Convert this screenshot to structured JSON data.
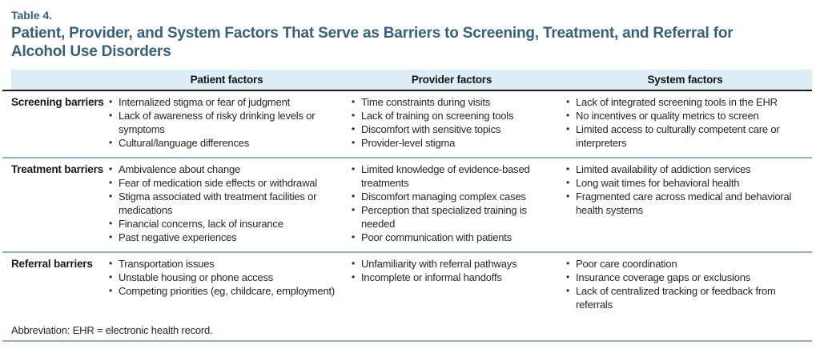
{
  "page": {
    "table_label": "Table 4.",
    "title_lines": [
      "Patient, Provider, and System Factors That Serve as Barriers to Screening, Treatment, and Referral for",
      "Alcohol Use Disorders"
    ],
    "footnote": "Abbreviation: EHR = electronic health record."
  },
  "colors": {
    "title_text": "#36617e",
    "header_bg": "#dcedf5",
    "rule_dark": "#1d1d1b",
    "rule_blue": "#94afc1"
  },
  "table": {
    "columns": [
      "",
      "Patient factors",
      "Provider factors",
      "System factors"
    ],
    "rows": [
      {
        "label": "Screening barriers",
        "patient": [
          "Internalized stigma or fear of judgment",
          "Lack of awareness of risky drinking levels or symptoms",
          "Cultural/language differences"
        ],
        "provider": [
          "Time constraints during visits",
          "Lack of training on screening tools",
          "Discomfort with sensitive topics",
          "Provider-level stigma"
        ],
        "system": [
          "Lack of integrated screening tools in the EHR",
          "No incentives or quality metrics to screen",
          "Limited access to culturally competent care or interpreters"
        ]
      },
      {
        "label": "Treatment barriers",
        "patient": [
          "Ambivalence about change",
          "Fear of medication side effects or withdrawal",
          "Stigma associated with treatment facilities or medications",
          "Financial concerns, lack of insurance",
          "Past negative experiences"
        ],
        "provider": [
          "Limited knowledge of evidence-based treatments",
          "Discomfort managing complex cases",
          "Perception that specialized training is needed",
          "Poor communication with patients"
        ],
        "system": [
          "Limited availability of addiction services",
          "Long wait times for behavioral health",
          "Fragmented care across medical and behavioral health systems"
        ]
      },
      {
        "label": "Referral barriers",
        "patient": [
          "Transportation issues",
          "Unstable housing or phone access",
          "Competing priorities (eg, childcare, employment)"
        ],
        "provider": [
          "Unfamiliarity with referral pathways",
          "Incomplete or informal handoffs"
        ],
        "system": [
          "Poor care coordination",
          "Insurance coverage gaps or exclusions",
          "Lack of centralized tracking or feedback from referrals"
        ]
      }
    ]
  }
}
